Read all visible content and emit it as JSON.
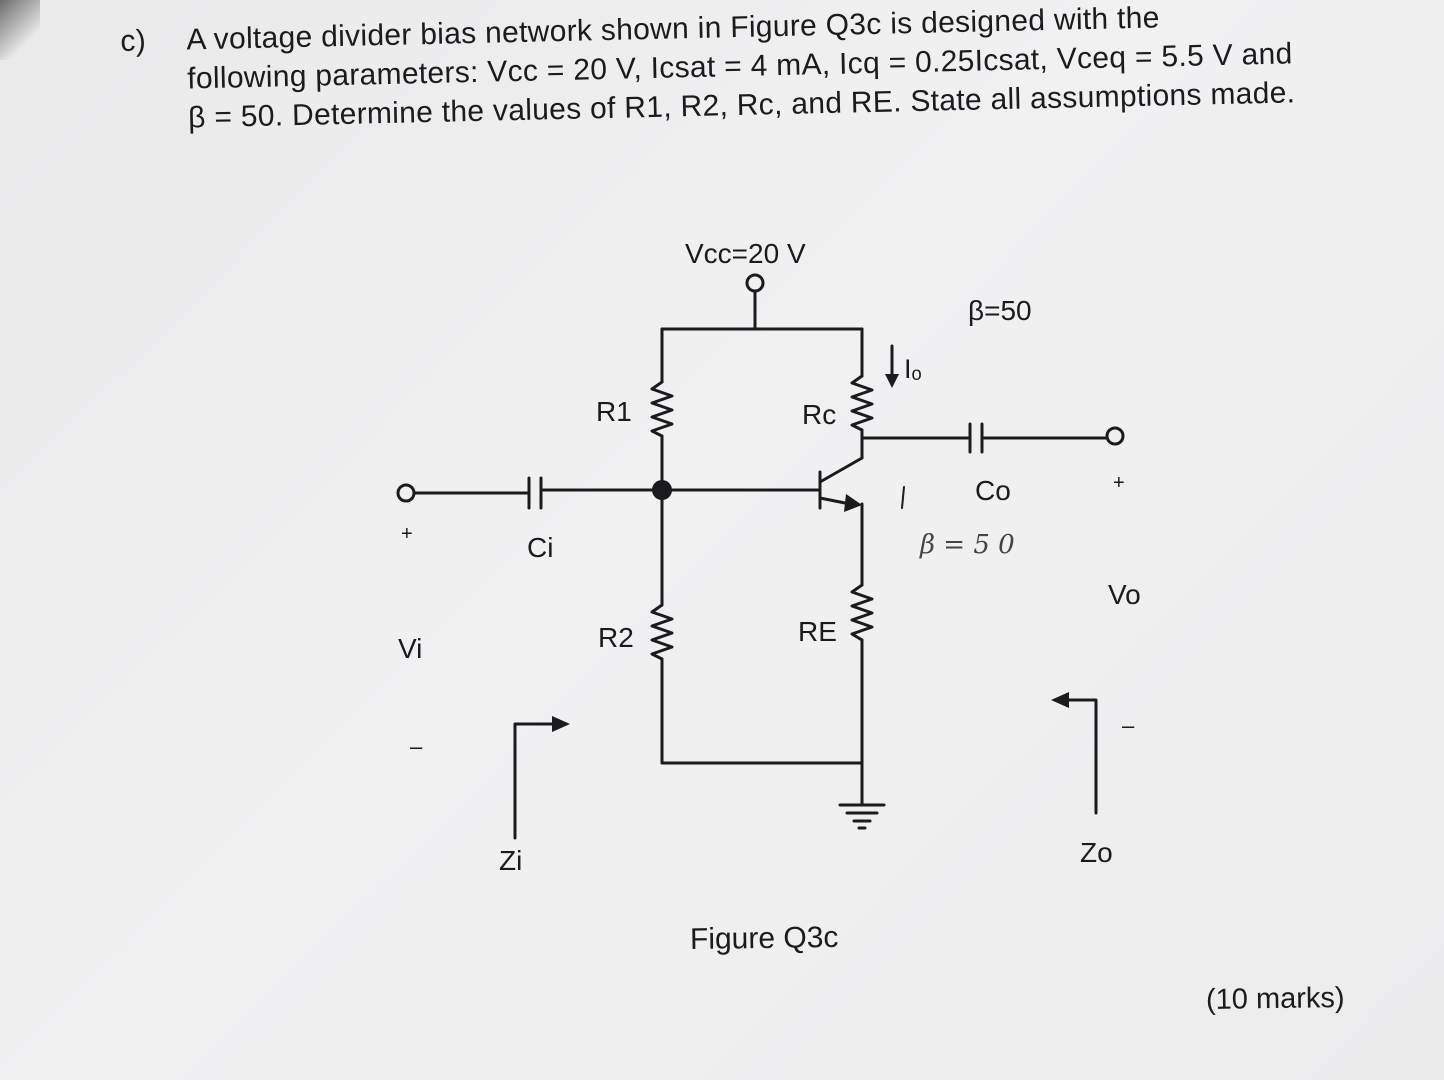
{
  "question": {
    "label": "c)",
    "line1": "A voltage divider bias network shown in Figure Q3c is designed with the",
    "line2": "following parameters: Vcc = 20 V, Icsat = 4 mA, Icq = 0.25Icsat, Vceq = 5.5 V and",
    "line3": "β = 50. Determine the values of R1, R2, Rc, and RE. State all assumptions made."
  },
  "circuit": {
    "vcc_label": "Vcc=20 V",
    "beta_label": "β=50",
    "io_label": "Iₒ",
    "r1_label": "R1",
    "rc_label": "Rc",
    "r2_label": "R2",
    "re_label": "RE",
    "ci_label": "Ci",
    "co_label": "Co",
    "vi_label": "Vi",
    "vo_label": "Vo",
    "zi_label": "Zi",
    "zo_label": "Zo",
    "plus_in": "+",
    "minus_in": "–",
    "plus_out": "+",
    "minus_out": "–",
    "handwritten_beta": "β = 5 0"
  },
  "caption": "Figure Q3c",
  "marks": "(10 marks)"
}
